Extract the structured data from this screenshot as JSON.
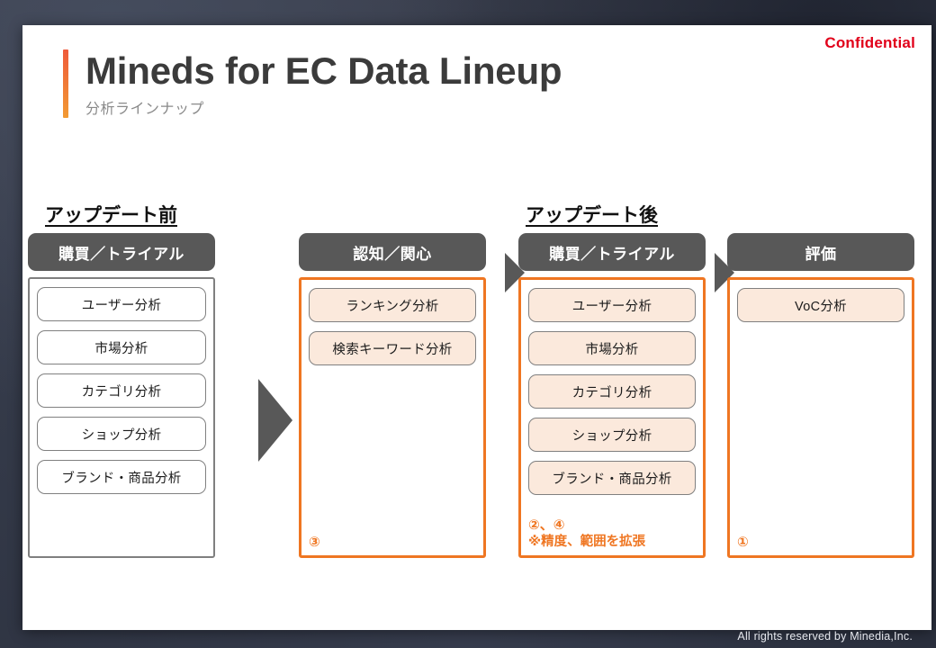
{
  "slide": {
    "confidential_label": "Confidential",
    "title": "Mineds for EC Data Lineup",
    "subtitle": "分析ラインナップ",
    "sections": {
      "before_label": "アップデート前",
      "after_label": "アップデート後"
    },
    "groups": [
      {
        "id": "before",
        "header": "購買／トライアル",
        "accent": false,
        "items": [
          "ユーザー分析",
          "市場分析",
          "カテゴリ分析",
          "ショップ分析",
          "ブランド・商品分析"
        ],
        "footnotes": []
      },
      {
        "id": "aware",
        "header": "認知／関心",
        "accent": true,
        "items": [
          "ランキング分析",
          "検索キーワード分析"
        ],
        "footnotes": [
          "③"
        ]
      },
      {
        "id": "purchase",
        "header": "購買／トライアル",
        "accent": true,
        "items": [
          "ユーザー分析",
          "市場分析",
          "カテゴリ分析",
          "ショップ分析",
          "ブランド・商品分析"
        ],
        "footnotes": [
          "②、④",
          "※精度、範囲を拡張"
        ]
      },
      {
        "id": "eval",
        "header": "評価",
        "accent": true,
        "items": [
          "VoC分析"
        ],
        "footnotes": [
          "①"
        ]
      }
    ],
    "footer_credit": "All rights reserved by Minedia,Inc."
  },
  "colors": {
    "accent_orange": "#ef7622",
    "header_gray": "#585858",
    "confidential_red": "#e1001a",
    "chip_tint": "#fbe9dc",
    "backdrop": "#343a49"
  }
}
